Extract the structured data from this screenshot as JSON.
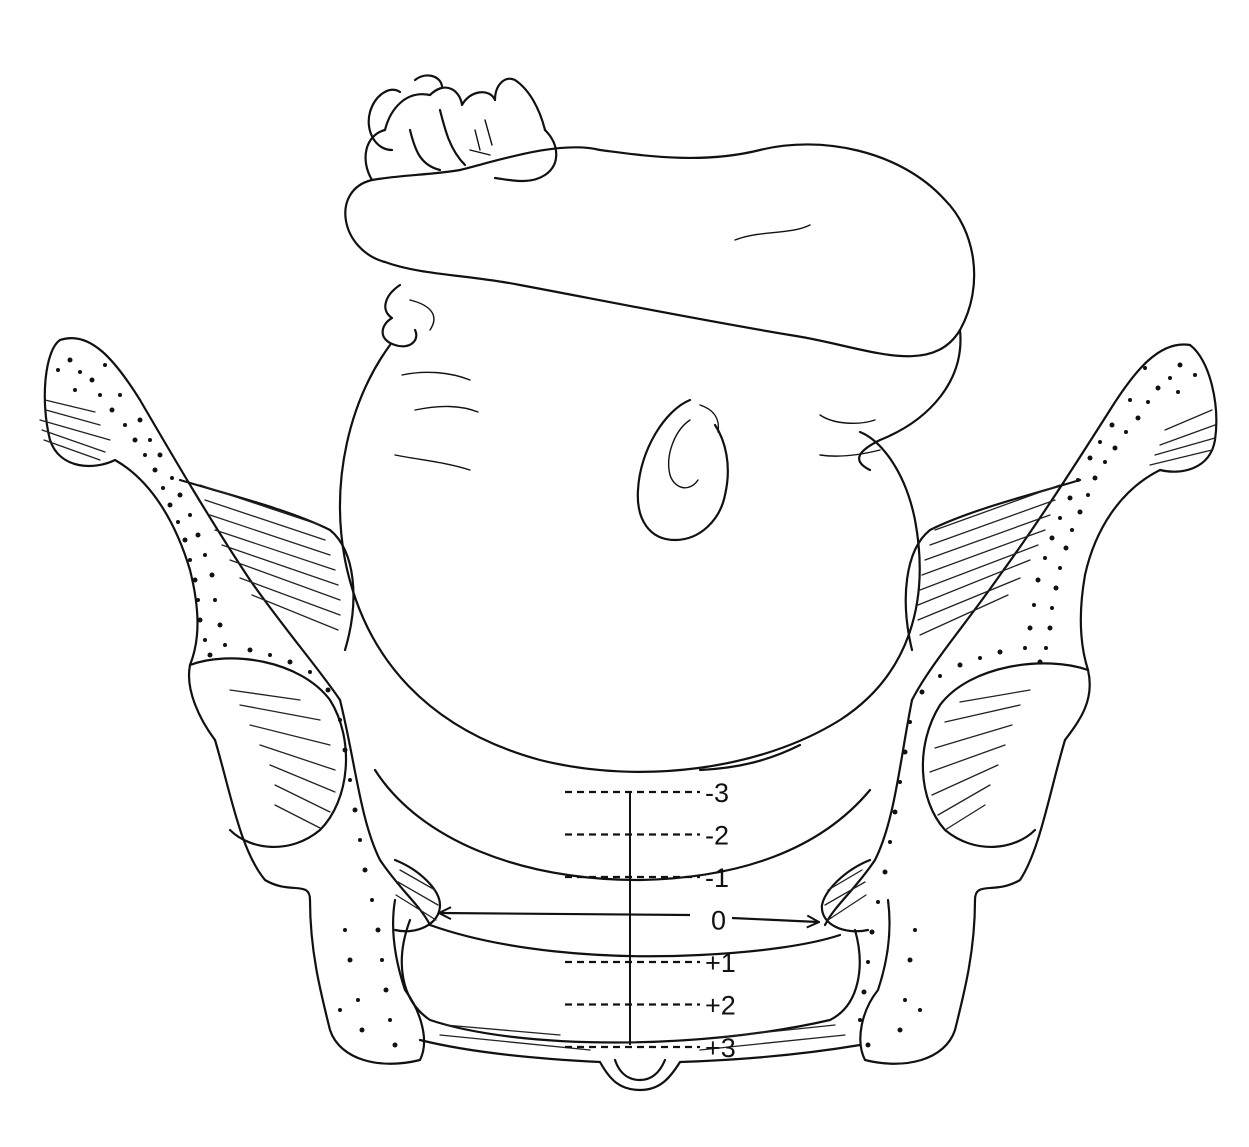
{
  "figure": {
    "subject": "Fetal head engaged in maternal pelvis, frontal view, with station levels relative to ischial spines",
    "station_labels": [
      "-3",
      "-2",
      "-1",
      "0",
      "+1",
      "+2",
      "+3"
    ],
    "zero_station_marker": "arrows pointing to ischial spines at station 0"
  },
  "colors": {
    "ink": "#111111",
    "paper": "#ffffff"
  }
}
